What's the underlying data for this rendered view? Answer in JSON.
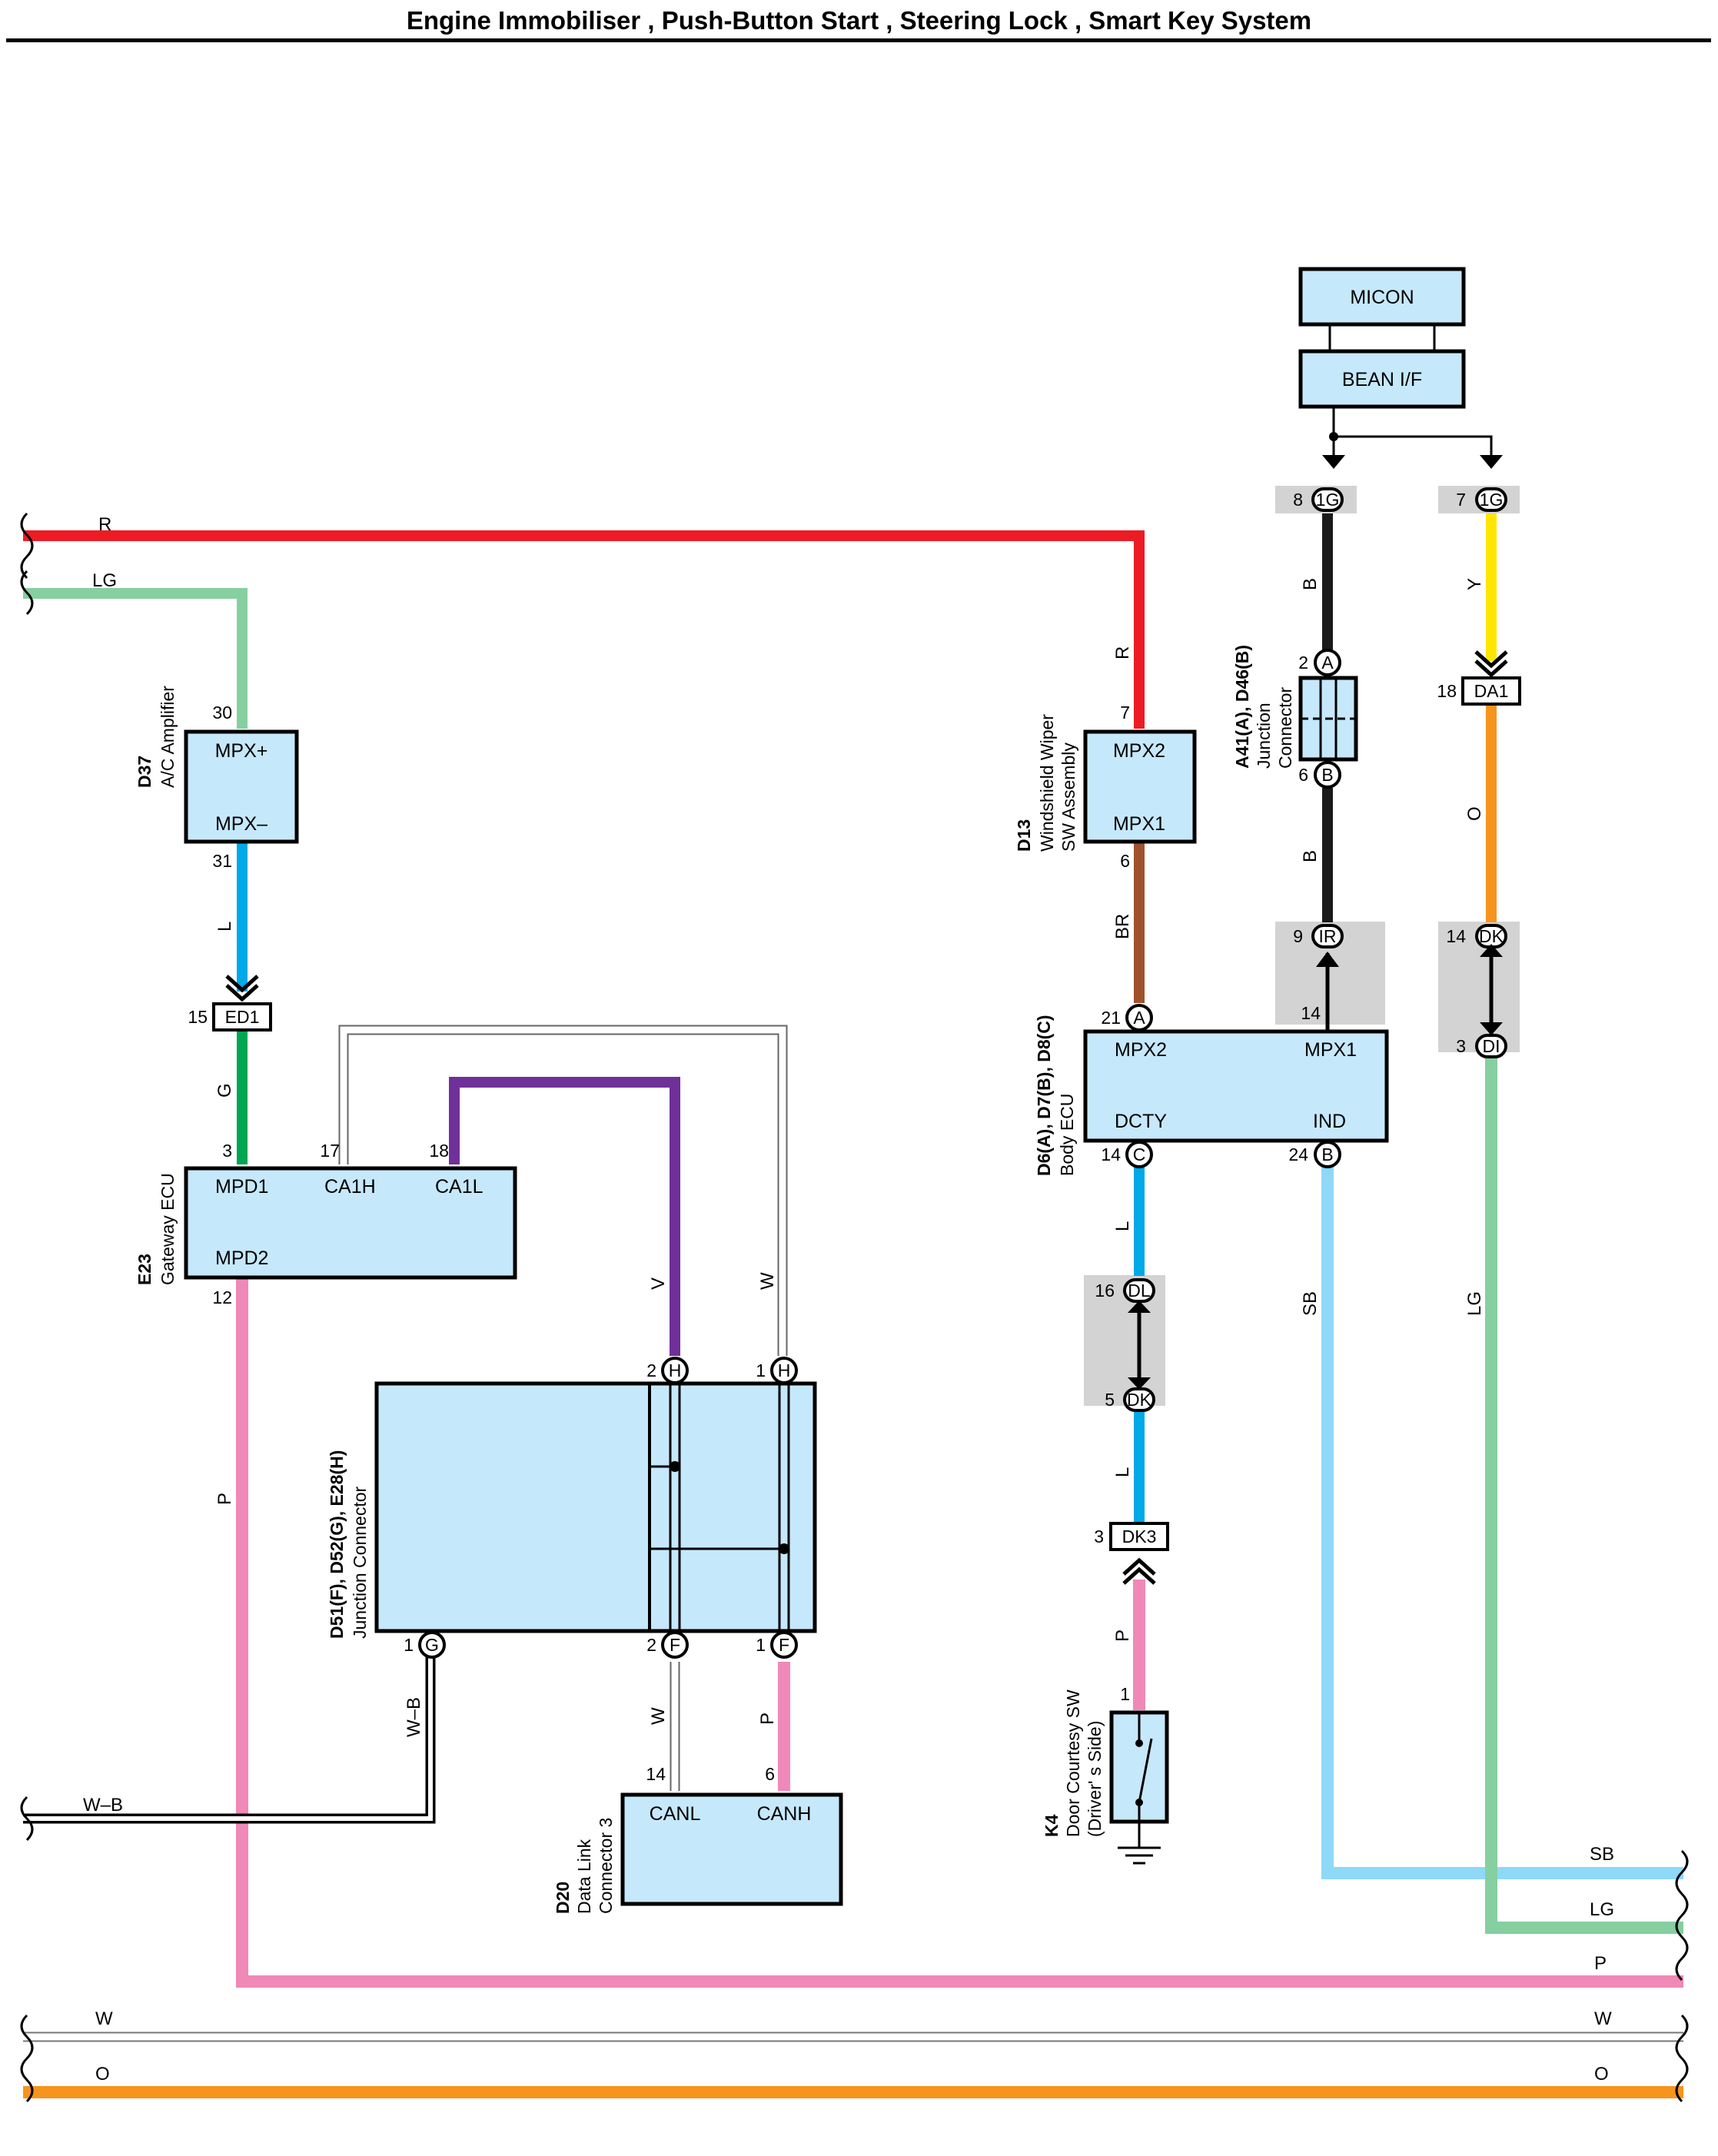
{
  "title": "Engine Immobiliser , Push-Button Start , Steering Lock , Smart Key System",
  "colors": {
    "R": "#ed1c24",
    "LG": "#86cfa0",
    "L": "#00a9e8",
    "G": "#00a651",
    "V": "#70309a",
    "W": "#ffffff",
    "P": "#f088b8",
    "BR": "#a0522d",
    "B": "#1a1a1a",
    "Y": "#ffe600",
    "O": "#f7941d",
    "SB": "#8ed8f8",
    "box": "#c6e8fb",
    "shade": "#d3d3d3"
  },
  "wires": {
    "R": "R",
    "LG": "LG",
    "L": "L",
    "G": "G",
    "V": "V",
    "W": "W",
    "P": "P",
    "BR": "BR",
    "B": "B",
    "Y": "Y",
    "O": "O",
    "SB": "SB",
    "WB": "W–B"
  },
  "components": {
    "micon": "MICON",
    "bean": "BEAN I/F",
    "ac_amp": {
      "code": "D37",
      "name": "A/C Amplifier",
      "mpxp": "MPX+",
      "mpxm": "MPX–",
      "pin_top": "30",
      "pin_bottom": "31"
    },
    "gateway": {
      "code": "E23",
      "name": "Gateway ECU",
      "mpd1": "MPD1",
      "ca1h": "CA1H",
      "ca1l": "CA1L",
      "mpd2": "MPD2",
      "pin_mpd1": "3",
      "pin_ca1h": "17",
      "pin_ca1l": "18",
      "pin_mpd2": "12"
    },
    "jc_dh": {
      "code": "D51(F), D52(G), E28(H)",
      "name": "Junction Connector",
      "pin_h2": "2",
      "pin_h1": "1",
      "pin_g1": "1",
      "pin_f2": "2",
      "pin_f1": "1",
      "h": "H",
      "g": "G",
      "f": "F"
    },
    "dlc": {
      "code": "D20",
      "name1": "Data Link",
      "name2": "Connector 3",
      "canl": "CANL",
      "canh": "CANH",
      "pin_canl": "14",
      "pin_canh": "6"
    },
    "wiper": {
      "code": "D13",
      "name1": "Windshield Wiper",
      "name2": "SW Assembly",
      "mpx2": "MPX2",
      "mpx1": "MPX1",
      "pin_top": "7",
      "pin_bottom": "6"
    },
    "body_ecu": {
      "code": "D6(A), D7(B), D8(C)",
      "name": "Body ECU",
      "mpx2": "MPX2",
      "mpx1": "MPX1",
      "dcty": "DCTY",
      "ind": "IND",
      "pin_a": "21",
      "pin_14": "14",
      "pin_c": "14",
      "pin_b": "24",
      "a": "A",
      "b": "B",
      "c": "C"
    },
    "jc_ab": {
      "code": "A41(A), D46(B)",
      "name1": "Junction",
      "name2": "Connector",
      "pin_a": "2",
      "pin_b": "6",
      "a": "A",
      "b": "B"
    },
    "door_sw": {
      "code": "K4",
      "name1": "Door Courtesy SW",
      "name2": "(Driver' s Side)",
      "pin": "1"
    }
  },
  "connectors": {
    "ed1": {
      "label": "ED1",
      "pin": "15"
    },
    "g1_8": {
      "label": "1G",
      "pin": "8"
    },
    "g1_7": {
      "label": "1G",
      "pin": "7"
    },
    "da1": {
      "label": "DA1",
      "pin": "18"
    },
    "ir": {
      "label": "IR",
      "pin": "9"
    },
    "dk14": {
      "label": "DK",
      "pin": "14"
    },
    "di": {
      "label": "DI",
      "pin": "3"
    },
    "dl": {
      "label": "DL",
      "pin": "16"
    },
    "dk5": {
      "label": "DK",
      "pin": "5"
    },
    "dk3": {
      "label": "DK3",
      "pin": "3"
    }
  }
}
